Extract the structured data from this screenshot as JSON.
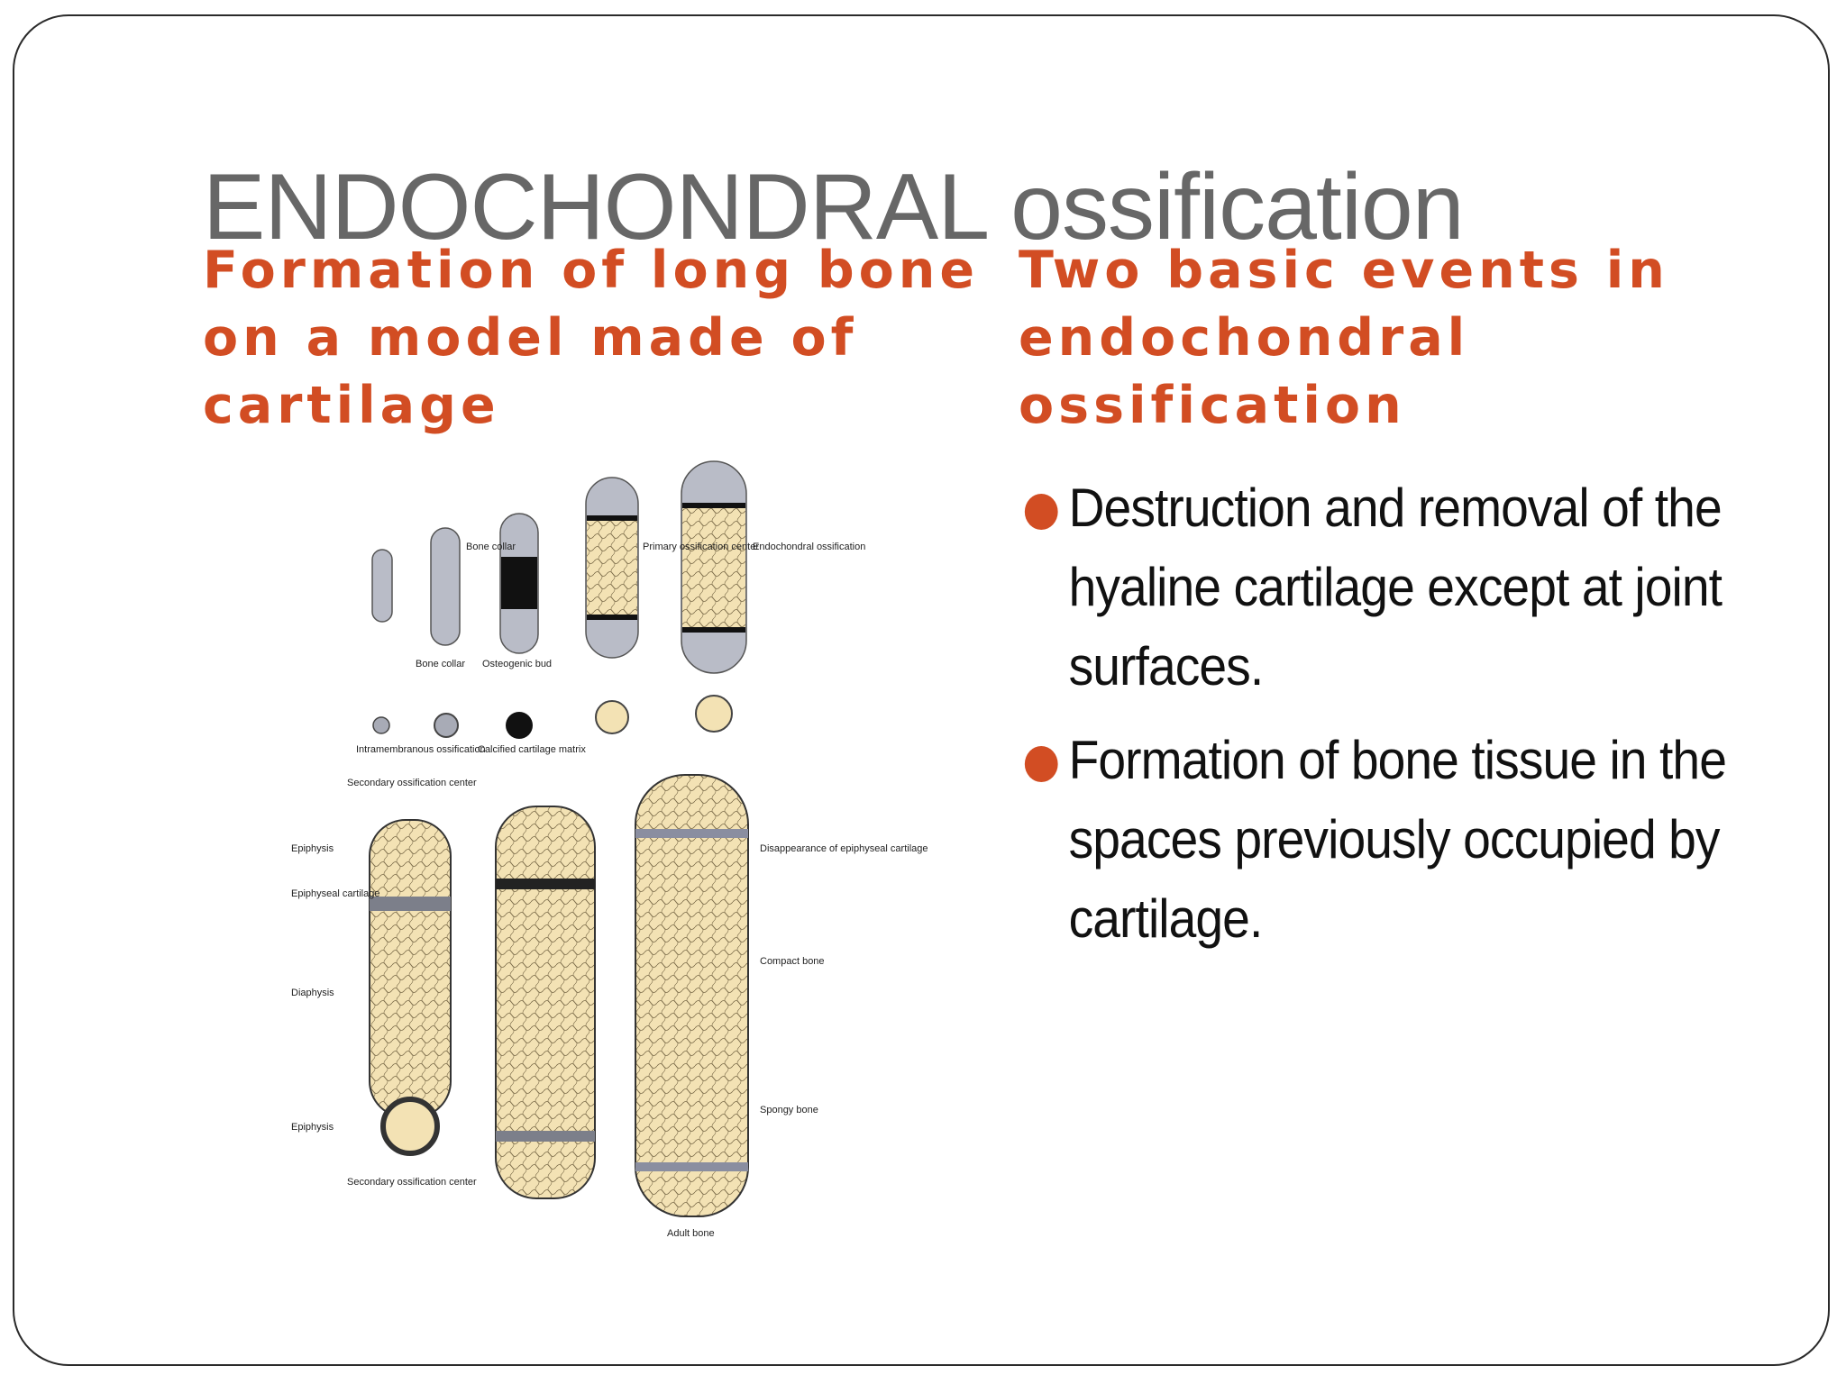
{
  "slide": {
    "title": "ENDOCHONDRAL ossification",
    "left_heading": "Formation of long bone on a model made of cartilage",
    "right_heading": "Two basic events in endochondral ossification",
    "bullets": [
      "Destruction and removal of the hyaline cartilage except at joint surfaces.",
      "Formation of bone tissue in the spaces previously occupied by cartilage."
    ],
    "accent_color": "#d24d23",
    "title_color": "#676767"
  },
  "figure": {
    "labels": {
      "bone_collar_top": "Bone collar",
      "primary_center": "Primary ossification center",
      "endochondral": "Endochondral ossification",
      "bone_collar_bottom": "Bone collar",
      "osteogenic_bud": "Osteogenic bud",
      "intramembranous": "Intramembranous ossification",
      "calcified": "Calcified cartilage matrix",
      "secondary_top": "Secondary ossification center",
      "epiphysis_top": "Epiphysis",
      "epiphyseal_cartilage": "Epiphyseal cartilage",
      "diaphysis": "Diaphysis",
      "epiphysis_bottom": "Epiphysis",
      "secondary_bottom": "Secondary ossification center",
      "disappearance": "Disappearance of epiphyseal cartilage",
      "compact": "Compact bone",
      "spongy": "Spongy bone",
      "adult": "Adult bone"
    }
  }
}
